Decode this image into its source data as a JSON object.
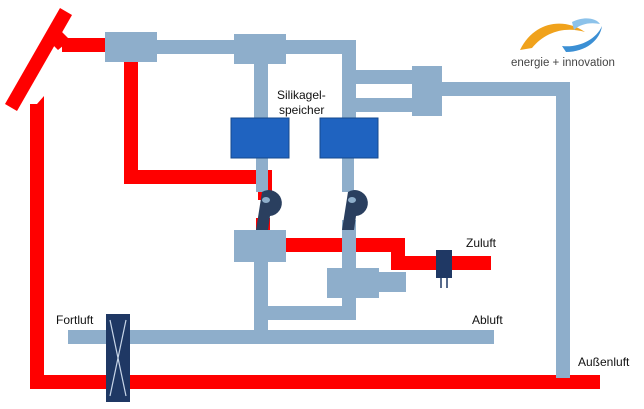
{
  "labels": {
    "storage_line1": "Silikagel-",
    "storage_line2": "speicher",
    "supply_air": "Zuluft",
    "exhaust_air": "Fortluft",
    "extract_air": "Abluft",
    "outdoor_air": "Außenluft"
  },
  "logo": {
    "text": "energie + innovation"
  },
  "colors": {
    "hot_duct": "#ff0000",
    "cold_duct": "#8eaecb",
    "storage_block": "#1f63c0",
    "fan": "#2a3f5f",
    "heat_exchanger": "#1f3864",
    "logo_orange": "#f0a21c",
    "logo_blue": "#3b8fd4"
  }
}
